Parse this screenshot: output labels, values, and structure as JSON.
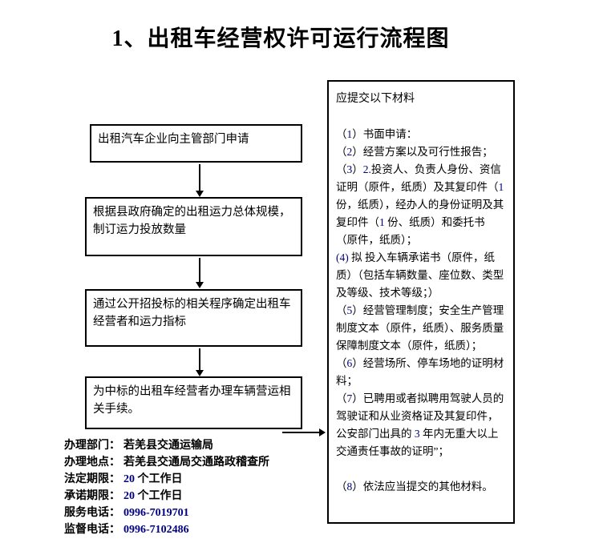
{
  "page": {
    "title": "1、出租车经营权许可运行流程图"
  },
  "flowchart": {
    "boxes": [
      {
        "label": "出租汽车企业向主管部门申请"
      },
      {
        "label": "根据县政府确定的出租运力总体规模，制订运力投放数量"
      },
      {
        "label": "通过公开招投标的相关程序确定出租车经营者和运力指标"
      },
      {
        "label": "为中标的出租车经营者办理车辆营运相关手续。"
      }
    ]
  },
  "materials": {
    "heading": "应提交以下材料",
    "items": [
      "（1）书面申请：",
      "（2）经营方案以及可行性报告；",
      "（3）2.投资人、负责人身份、资信证明（原件，纸质）及其复印件（1份，纸质），经办人的身份证明及其复印件（1 份、纸质）和委托书（原件，纸质）；",
      "(4) 拟 投入车辆承诺书（原件，纸质）（包括车辆数量、座位数、类型及等级、技术等级；）",
      "（5）经营管理制度；安全生产管理制度文本（原件，纸质）、服务质量保障制度文本（原件，纸质）；",
      "（6）经营场所、停车场地的证明材料；",
      "（7）已聘用或者拟聘用驾驶人员的驾驶证和从业资格证及其复印件，公安部门出具的 3 年内无重大以上交通责任事故的证明”；",
      "（8）依法应当提交的其他材料。"
    ]
  },
  "info": {
    "lines": [
      {
        "label": "办理部门：",
        "value": "若羌县交通运输局"
      },
      {
        "label": "办理地点：",
        "value": "若羌县交通局交通路政稽查所"
      },
      {
        "label": "法定期限：",
        "value": "20 个工作日"
      },
      {
        "label": "承诺期限：",
        "value": "20 个工作日"
      },
      {
        "label": "服务电话：",
        "value": "0996-7019701"
      },
      {
        "label": "监督电话：",
        "value": "0996-7102486"
      }
    ]
  },
  "colors": {
    "digit": "#000080",
    "text": "#000000",
    "border": "#000000"
  }
}
